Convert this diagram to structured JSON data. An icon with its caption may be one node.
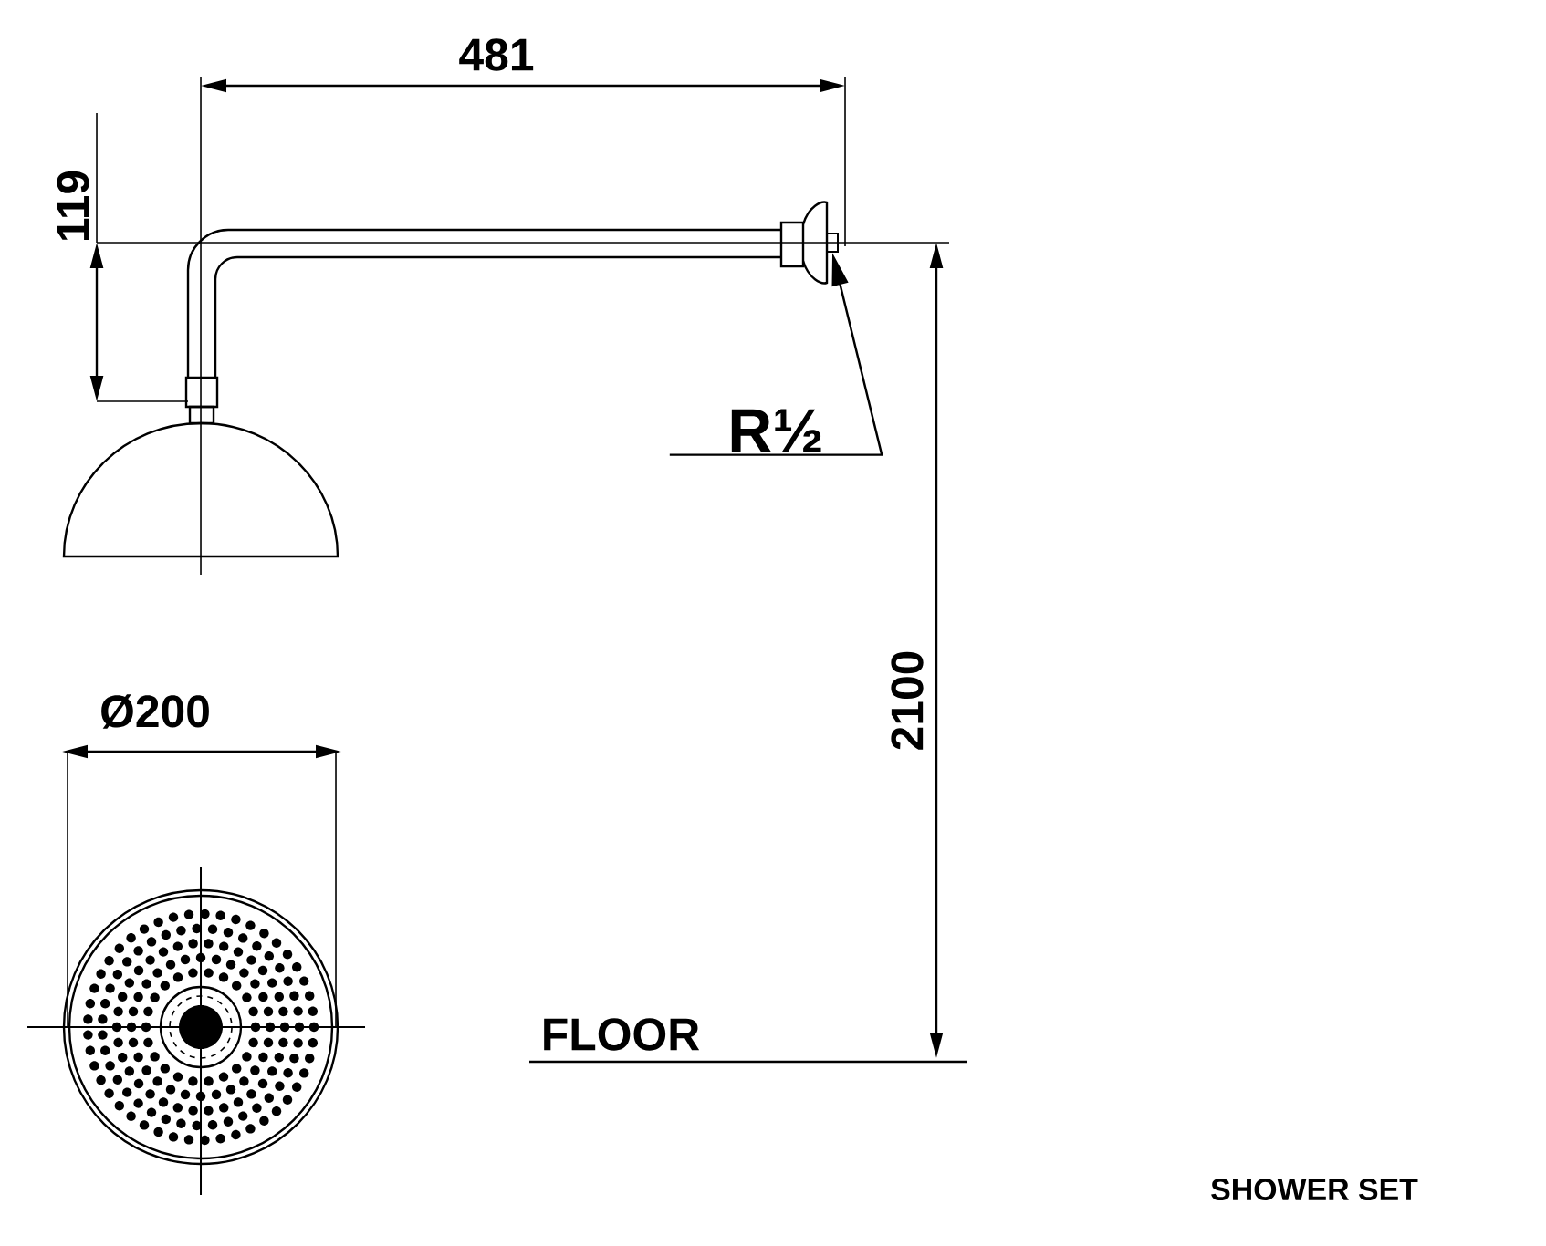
{
  "diagram": {
    "caption": "SHOWER SET",
    "nodes": [
      {
        "text": [
          "R½"
        ]
      },
      {
        "text": [],
        "shape": "box"
      }
    ],
    "edges": [
      {
        "from": 0,
        "to": 1,
        "arrow": "to"
      }
    ],
    "labels": [
      "481",
      "119",
      "2100",
      "Ø200",
      "FLOOR"
    ]
  }
}
